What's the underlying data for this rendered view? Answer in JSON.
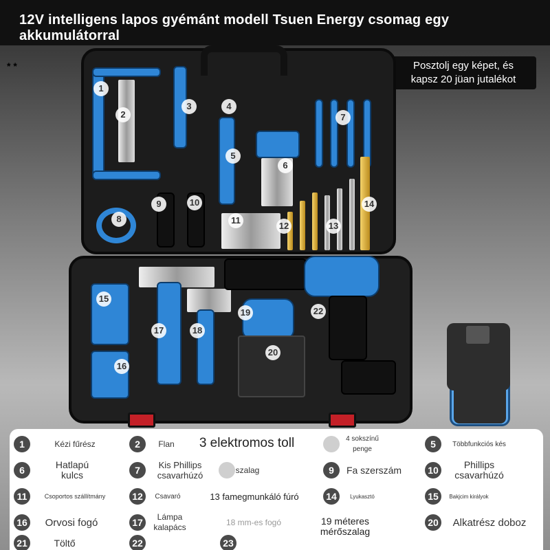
{
  "title": "12V intelligens lapos gyémánt modell Tsuen Energy csomag egy akkumulátorral",
  "asterisks": "* *",
  "promo": {
    "line1": "Posztolj egy képet, és",
    "line2": "kapsz 20 jüan jutalékot"
  },
  "tool_numbers": [
    "1",
    "2",
    "3",
    "4",
    "5",
    "6",
    "7",
    "8",
    "9",
    "10",
    "11",
    "12",
    "13",
    "14",
    "15",
    "16",
    "17",
    "18",
    "19",
    "20",
    "22"
  ],
  "colors": {
    "accent_blue": "#2f86d6",
    "latch_red": "#c42027",
    "case_black": "#1c1c1c"
  },
  "legend": [
    {
      "num": "1",
      "label": "Kézi fűrész"
    },
    {
      "num": "2",
      "label": "Flan"
    },
    {
      "num": "",
      "label": "3 elektromos toll"
    },
    {
      "num": "",
      "label": "4 sokszínű penge"
    },
    {
      "num": "5",
      "label": "Többfunkciós kés"
    },
    {
      "num": "6",
      "label": "Hatlapú kulcs"
    },
    {
      "num": "7",
      "label": "Kis Phillips csavarhúzó"
    },
    {
      "num": "",
      "label": "szalag"
    },
    {
      "num": "9",
      "label": "Fa szerszám"
    },
    {
      "num": "10",
      "label": "Phillips csavarhúzó"
    },
    {
      "num": "11",
      "label": "Csoportos szállítmány"
    },
    {
      "num": "12",
      "label": "Csavaró"
    },
    {
      "num": "",
      "label": "13 famegmunkáló fúró"
    },
    {
      "num": "14",
      "label": "Lyukasztó"
    },
    {
      "num": "15",
      "label": "Bakjcim királyok"
    },
    {
      "num": "16",
      "label": "Orvosi fogó"
    },
    {
      "num": "17",
      "label": "Lámpa kalapács"
    },
    {
      "num": "",
      "label": "18 mm-es fogó"
    },
    {
      "num": "",
      "label": "19 méteres mérőszalag"
    },
    {
      "num": "20",
      "label": "Alkatrész doboz"
    },
    {
      "num": "21",
      "label": "Töltő"
    },
    {
      "num": "22",
      "label": ""
    },
    {
      "num": "23",
      "label": ""
    }
  ]
}
